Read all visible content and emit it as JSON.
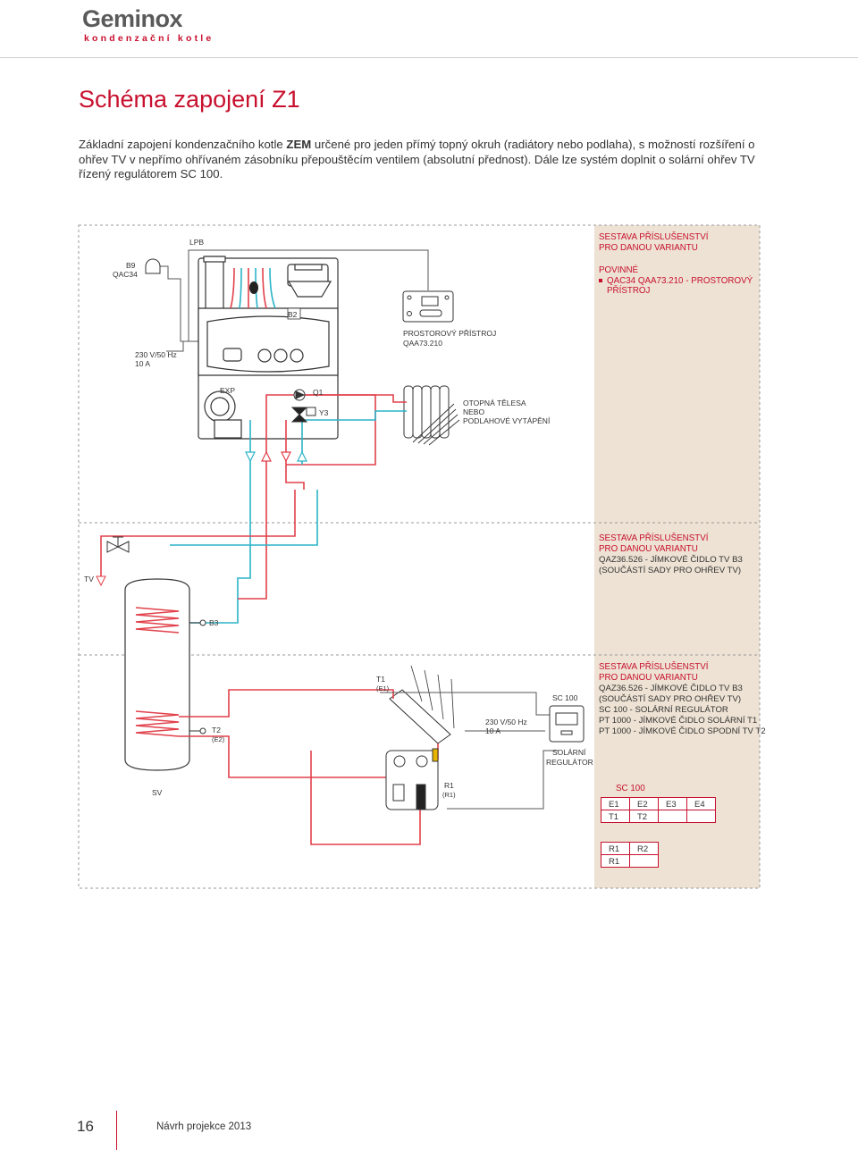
{
  "logo": {
    "name": "Geminox",
    "tagline": "kondenzační kotle"
  },
  "page_title": "Schéma zapojení Z1",
  "intro": {
    "part1": "Základní zapojení kondenzačního kotle ",
    "bold": "ZEM",
    "part2": " určené pro jeden přímý topný okruh (radiátory nebo podlaha), s možností rozšíření o ohřev TV v nepřímo ohřívaném zásobníku přepouštěcím ventilem (absolutní přednost). Dále lze systém doplnit o solární ohřev TV řízený regulátorem SC 100."
  },
  "diagram": {
    "labels": {
      "lpb": "LPB",
      "b9": "B9",
      "qac34": "QAC34",
      "b2": "B2",
      "power1_a": "230 V/50 Hz",
      "power1_b": "10 A",
      "room_device_a": "PROSTOROVÝ PŘÍSTROJ",
      "room_device_b": "QAA73.210",
      "exp": "EXP",
      "q1": "Q1",
      "y3": "Y3",
      "radiator_a": "OTOPNÁ TĚLESA",
      "radiator_b": "NEBO",
      "radiator_c": "PODLAHOVÉ VYTÁPĚNÍ",
      "tv": "TV",
      "b3": "B3",
      "t1": "T1",
      "e1": "(E1)",
      "t2": "T2",
      "e2": "(E2)",
      "power2_a": "230 V/50 Hz",
      "power2_b": "10 A",
      "sc100": "SC 100",
      "solar_reg_a": "SOLÁRNÍ",
      "solar_reg_b": "REGULÁTOR",
      "sv": "SV",
      "r1": "R1",
      "r1b": "(R1)"
    },
    "sections": [
      {
        "title_a": "SESTAVA PŘÍSLUŠENSTVÍ",
        "title_b": "PRO DANOU VARIANTU",
        "sub": "POVINNÉ",
        "bullet_a": "QAC34 QAA73.210 - PROSTOROVÝ",
        "bullet_b": "PŘÍSTROJ"
      },
      {
        "title_a": "SESTAVA PŘÍSLUŠENSTVÍ",
        "title_b": "PRO DANOU VARIANTU",
        "line_a": "QAZ36.526 - JÍMKOVÉ ČIDLO TV B3",
        "line_b": "(SOUČÁSTÍ SADY PRO OHŘEV TV)"
      },
      {
        "title_a": "SESTAVA PŘÍSLUŠENSTVÍ",
        "title_b": "PRO DANOU VARIANTU",
        "line_a": "QAZ36.526 - JÍMKOVÉ ČIDLO TV B3",
        "line_b": "(SOUČÁSTÍ SADY PRO OHŘEV TV)",
        "line_c": "SC 100 - SOLÁRNÍ REGULÁTOR",
        "line_d": "PT 1000 - JÍMKOVÉ ČIDLO SOLÁRNÍ T1",
        "line_e": "PT 1000 - JÍMKOVÉ ČIDLO SPODNÍ TV T2"
      }
    ],
    "sc100_table": {
      "title": "SC 100",
      "rows": [
        [
          "E1",
          "E2",
          "E3",
          "E4"
        ],
        [
          "T1",
          "T2",
          "",
          ""
        ]
      ]
    },
    "r_table": {
      "rows": [
        [
          "R1",
          "R2"
        ],
        [
          "R1",
          ""
        ]
      ]
    }
  },
  "footer": {
    "page": "16",
    "text": "Návrh projekce 2013"
  },
  "colors": {
    "accent": "#c8102e",
    "pipe_red": "#e2414b",
    "pipe_blue": "#2bb3c8",
    "beige": "#ede2d3",
    "dash": "#9a9a9a"
  }
}
